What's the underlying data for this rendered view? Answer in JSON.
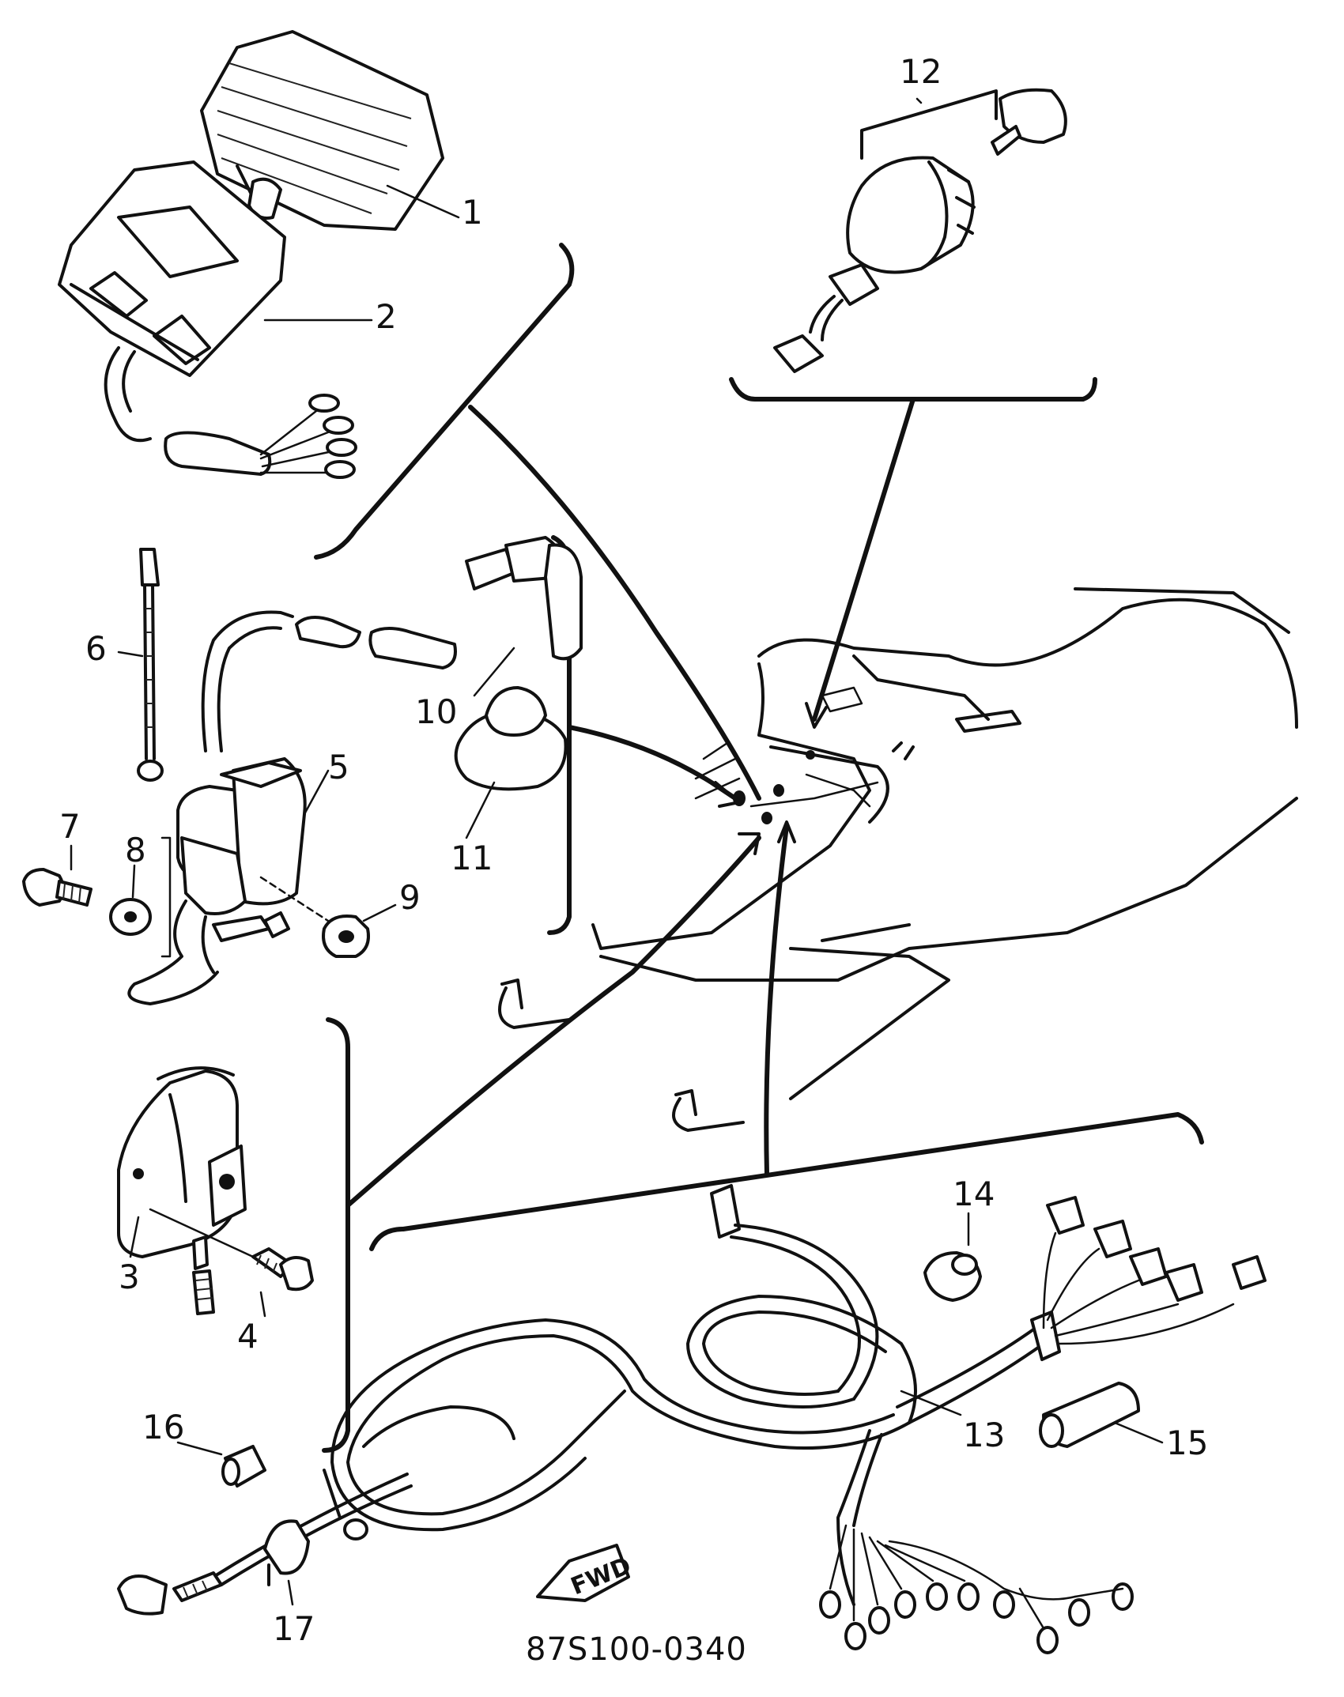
{
  "diagram": {
    "part_code": "87S100-0340",
    "front_marker": "FWD",
    "callouts": [
      {
        "id": "1",
        "label": "1"
      },
      {
        "id": "2",
        "label": "2"
      },
      {
        "id": "3",
        "label": "3"
      },
      {
        "id": "4",
        "label": "4"
      },
      {
        "id": "5",
        "label": "5"
      },
      {
        "id": "6",
        "label": "6"
      },
      {
        "id": "7",
        "label": "7"
      },
      {
        "id": "8",
        "label": "8"
      },
      {
        "id": "9",
        "label": "9"
      },
      {
        "id": "10",
        "label": "10"
      },
      {
        "id": "11",
        "label": "11"
      },
      {
        "id": "12",
        "label": "12"
      },
      {
        "id": "13",
        "label": "13"
      },
      {
        "id": "14",
        "label": "14"
      },
      {
        "id": "15",
        "label": "15"
      },
      {
        "id": "16",
        "label": "16"
      },
      {
        "id": "17",
        "label": "17"
      }
    ]
  }
}
